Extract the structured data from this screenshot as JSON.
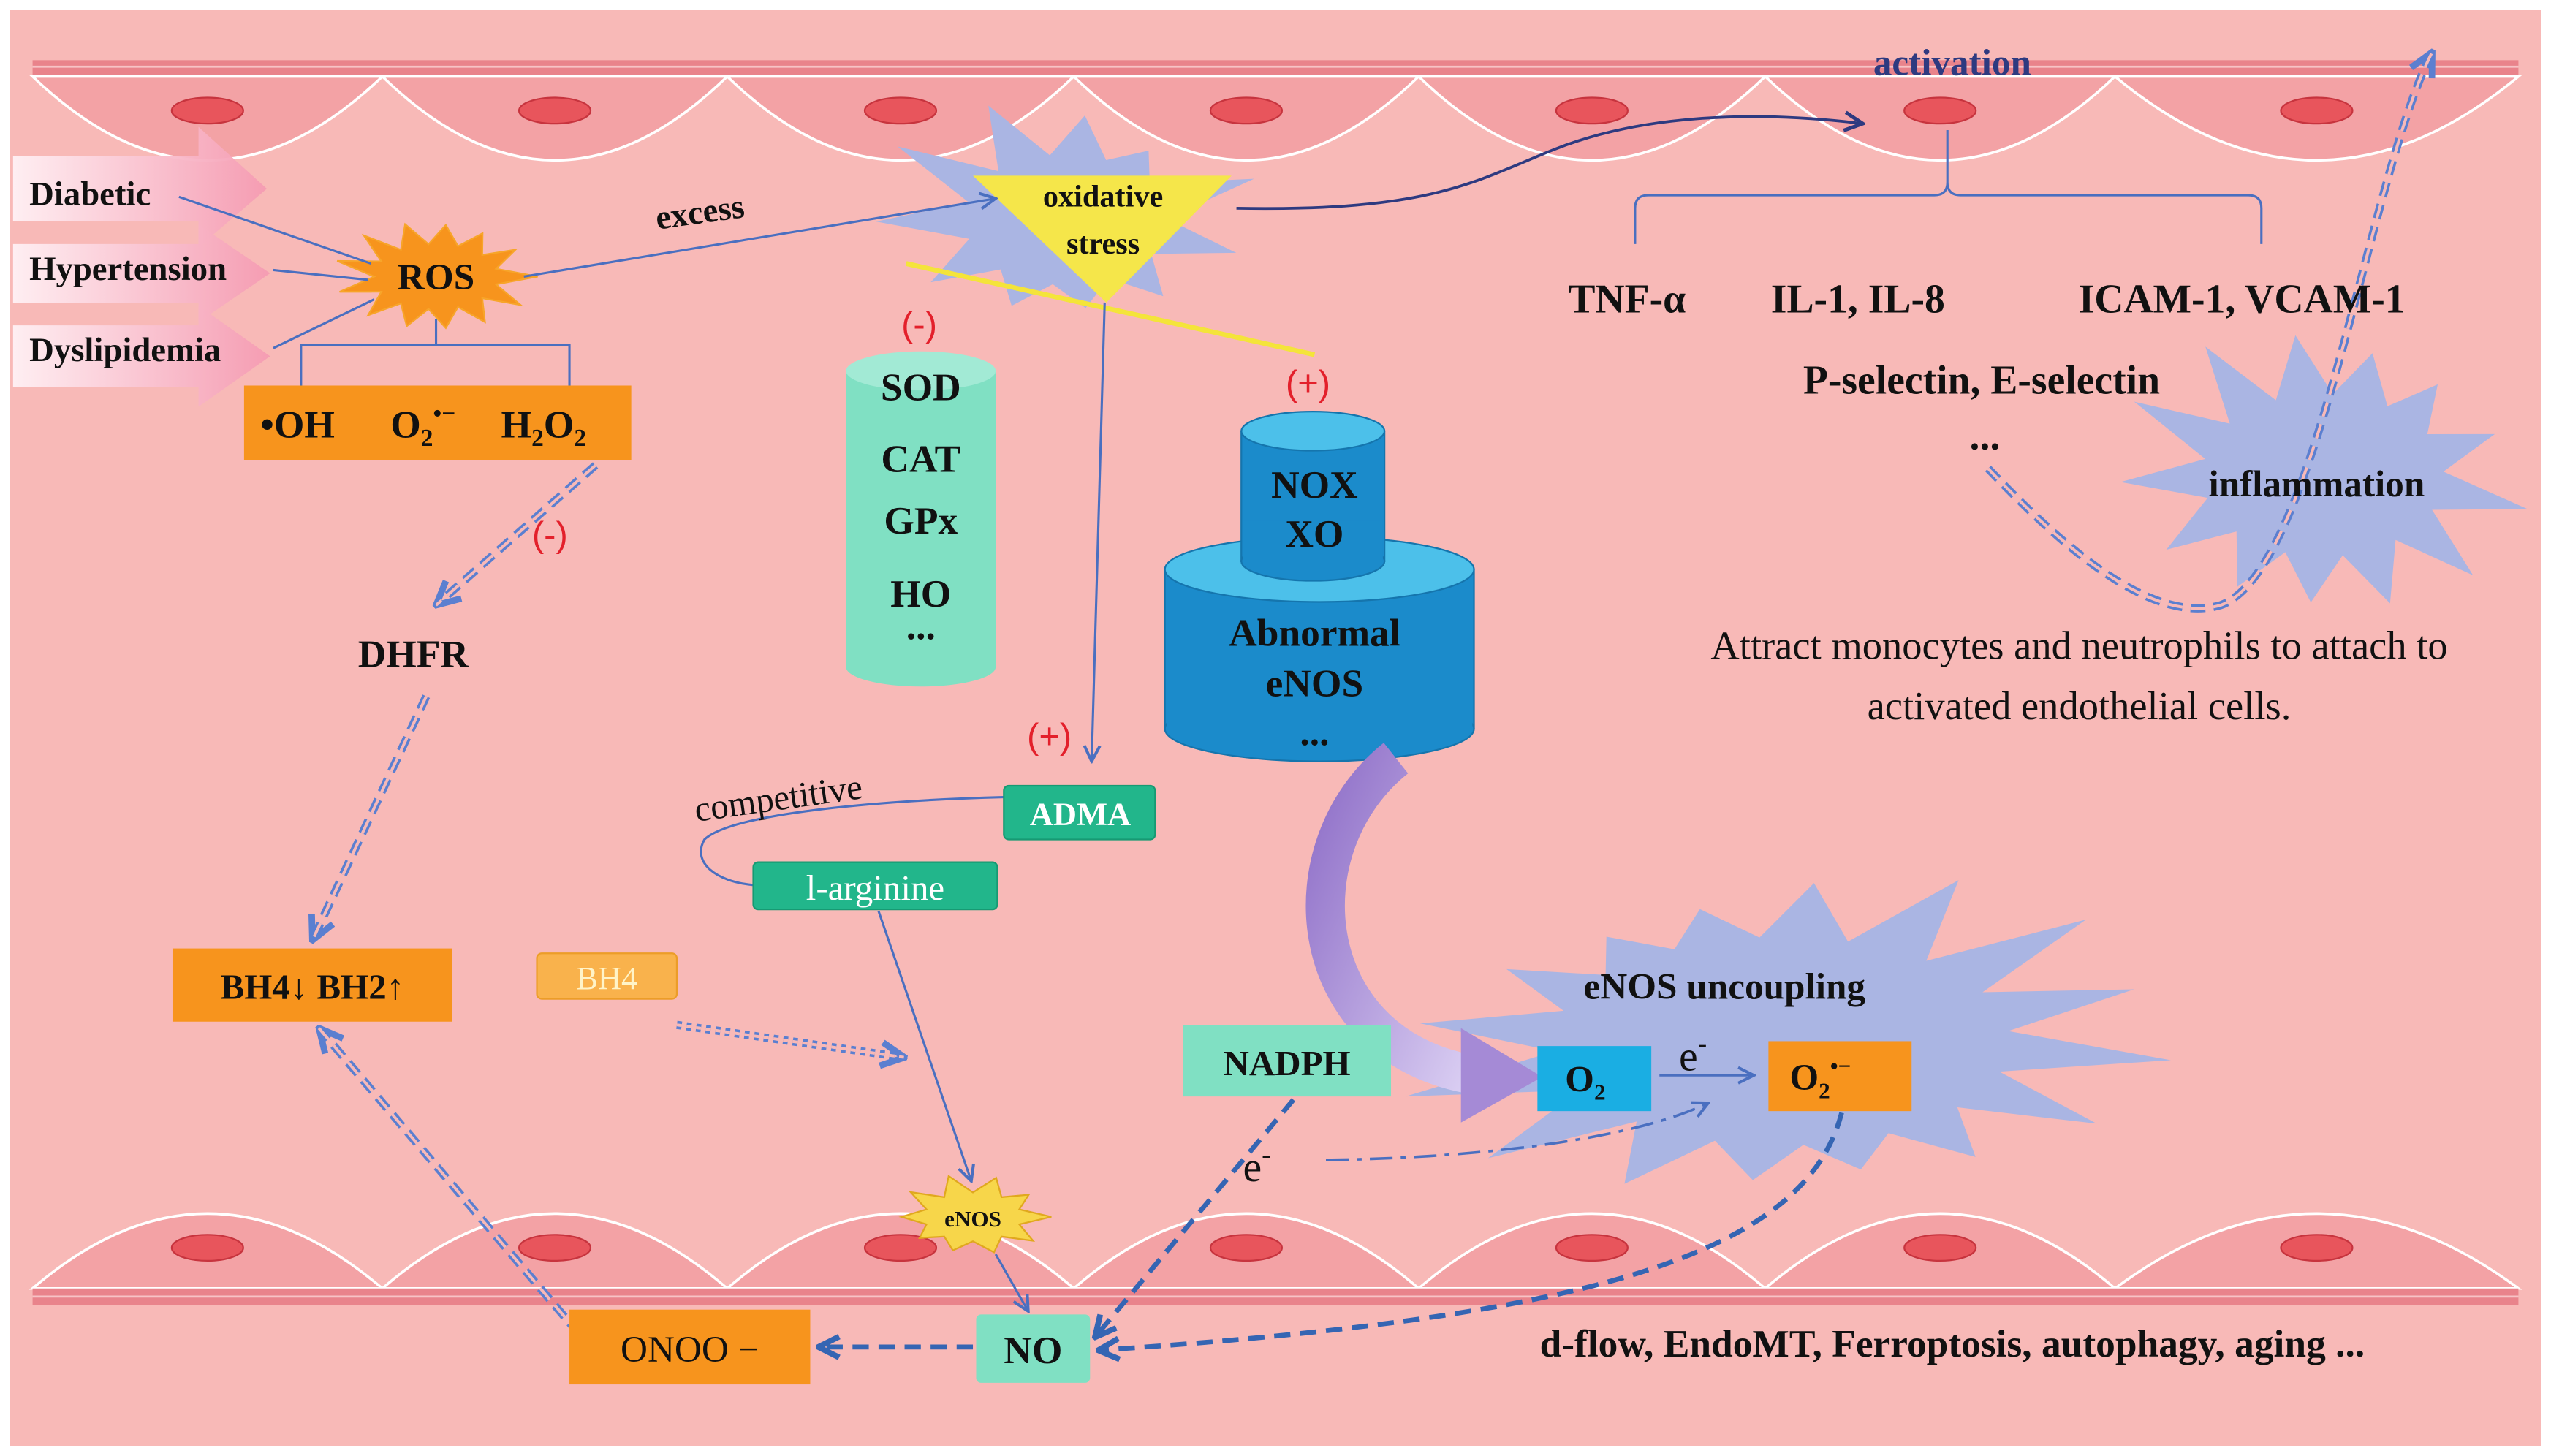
{
  "risk_factors": [
    "Diabetic",
    "Hypertension",
    "Dyslipidemia"
  ],
  "ros": "ROS",
  "ros_species": {
    "hydroxyl": "•OH",
    "superoxide": {
      "base": "O",
      "sub": "2",
      "sup": "•−"
    },
    "peroxide": {
      "h": "H",
      "h_sub": "2",
      "o": "O",
      "o_sub": "2"
    }
  },
  "excess": "excess",
  "oxidative_stress": [
    "oxidative",
    "stress"
  ],
  "signs": {
    "antioxidants": "(-)",
    "nox": "(+)",
    "dhfr": "(-)",
    "adma": "(+)"
  },
  "antioxidants": [
    "SOD",
    "CAT",
    "GPx",
    "HO",
    "..."
  ],
  "nox_sources": {
    "upper": [
      "NOX",
      "XO"
    ],
    "lower": [
      "Abnormal",
      "eNOS",
      "..."
    ]
  },
  "activation": "activation",
  "adhesion_molecules": {
    "row1": [
      "TNF-α",
      "IL-1, IL-8",
      "ICAM-1, VCAM-1"
    ],
    "row2": "P-selectin, E-selectin",
    "more": "..."
  },
  "inflammation": "inflammation",
  "attraction_note": [
    "Attract monocytes and neutrophils to attach to",
    "activated endothelial cells."
  ],
  "dhfr": "DHFR",
  "bh4_bh2": "BH4↓ BH2↑",
  "competitive": "competitive",
  "adma": "ADMA",
  "l_arginine": "l-arginine",
  "bh4": "BH4",
  "nadph": "NADPH",
  "nadph_electron": {
    "base": "e",
    "sup": "-"
  },
  "uncoupling": {
    "title": "eNOS uncoupling",
    "oxygen": {
      "base": "O",
      "sub": "2"
    },
    "electron": {
      "base": "e",
      "sup": "-"
    },
    "superoxide": {
      "base": "O",
      "sub": "2",
      "sup": "•−"
    }
  },
  "enos": "eNOS",
  "no": "NO",
  "peroxynitrite": "ONOO −",
  "outcomes": "d-flow, EndoMT, Ferroptosis, autophagy, aging ...",
  "colors": {
    "background": "#f8b9b7",
    "vessel_band": "#e9838b",
    "cell": "#f3a2a5",
    "nucleus": "#e8555c",
    "orange": "#f7941d",
    "mint": "#80e0c3",
    "teal": "#22b68b",
    "lavender": "#aab5e3",
    "blue_cylinder": "#1b8bcb",
    "cyan": "#1aaee3",
    "line_blue": "#4a6fc0",
    "navy": "#2e3a80",
    "red_sign": "#e3202b",
    "yellow": "#f4e43a"
  }
}
